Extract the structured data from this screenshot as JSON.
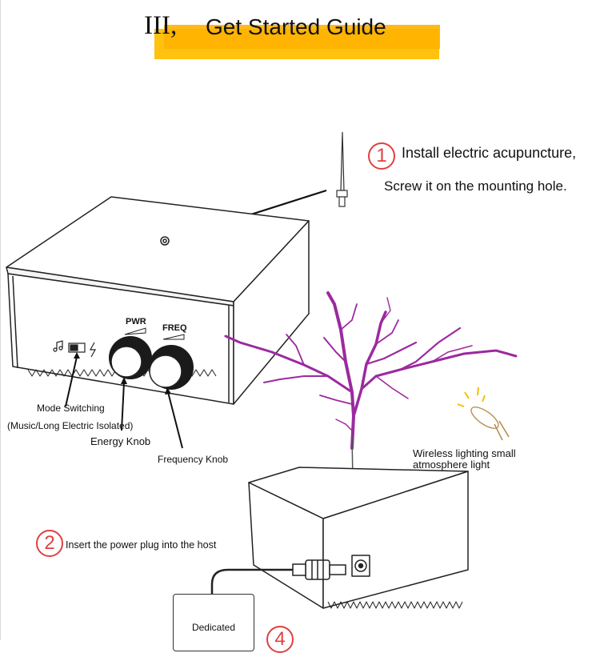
{
  "title": {
    "numeral": "III,",
    "text": "Get Started Guide"
  },
  "step1": {
    "number": "1",
    "line1": "Install electric acupuncture,",
    "line2": "Screw it on the mounting hole."
  },
  "device_labels": {
    "pwr": "PWR",
    "freq": "FREQ",
    "mode_switching": "Mode Switching",
    "mode_detail": "(Music/Long Electric Isolated)",
    "energy_knob": "Energy Knob",
    "frequency_knob": "Frequency Knob"
  },
  "wireless_light": {
    "line1": "Wireless lighting small",
    "line2": "atmosphere light"
  },
  "step2": {
    "number": "2",
    "text": "Insert the power plug into the host"
  },
  "adapter": {
    "label": "Dedicated"
  },
  "step4": {
    "number": "4"
  },
  "colors": {
    "title_bar": "#ffc20e",
    "step_circle": "#e04040",
    "arc": "#9b2a9f"
  }
}
